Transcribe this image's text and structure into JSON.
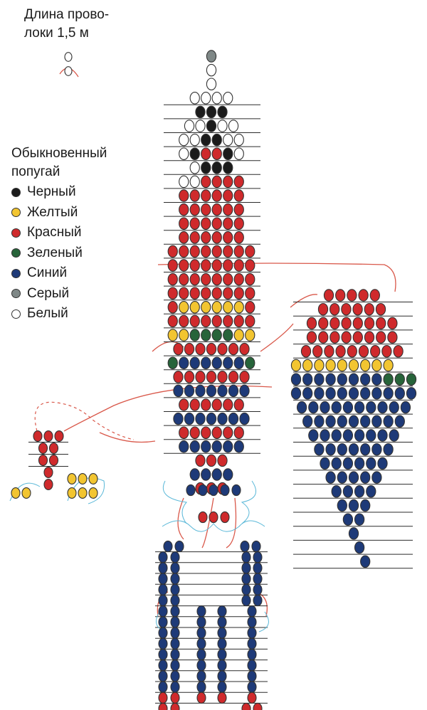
{
  "wire_note": {
    "line1": "Длина прово-",
    "line2": "локи 1,5 м"
  },
  "legend": {
    "title_line1": "Обыкновенный",
    "title_line2": "попугай",
    "items": [
      {
        "key": "K",
        "label": "Черный",
        "color": "#1b1b1b"
      },
      {
        "key": "Y",
        "label": "Желтый",
        "color": "#f2c531"
      },
      {
        "key": "R",
        "label": "Красный",
        "color": "#cf2a2c"
      },
      {
        "key": "G",
        "label": "Зеленый",
        "color": "#27643a"
      },
      {
        "key": "B",
        "label": "Синий",
        "color": "#1e3a78"
      },
      {
        "key": "S",
        "label": "Серый",
        "color": "#7f8887"
      },
      {
        "key": "W",
        "label": "Белый",
        "color": "#ffffff"
      }
    ]
  },
  "colors": {
    "wire": "#d9584a",
    "thread": "#5ab8d8",
    "rule": "#2b2b2b",
    "bead_outline": "#333333"
  },
  "body_rows": [
    "S",
    "W",
    "W",
    "WWWW",
    "KKK",
    "WWKWW",
    "WWKKWW",
    "WKRRKW",
    "WKKK",
    "WWRRRR",
    "RRRRRR",
    "RRRRRR",
    "RRRRRR",
    "RRRRRR",
    "RRRRRRRR",
    "RRRRRRRR",
    "RRRRRRRR",
    "RRRRRRRR",
    "RYYYYYYR",
    "RRRRRRRR",
    "YYGGGGYY",
    "RRRRRRR",
    "GBBBBBBG",
    "RRRRRRR",
    "BBBBBBB",
    "RRRRRR",
    "BBBBBBB",
    "RRRRRR",
    "BBBBBB",
    "RRR",
    "BBBB",
    "RRR"
  ],
  "wing_rows": [
    "RRRRR",
    "RRRRRR",
    "RRRRRRRR",
    "RRRRRRRR",
    "RRRRRRRRR",
    "YYYYYYYYY",
    "BBBBBBBBGGG",
    "BBBBBBBBBBB",
    "BBBBBBBBBB",
    "BBBBBBBBB",
    "BBBBBBBB",
    "BBBBBBB",
    "BBBBBB",
    "BBBBB",
    "BBBB",
    "BBB",
    "BB",
    "B",
    "B",
    "B"
  ],
  "foot_rows": [
    "RRR",
    "RR",
    "RR",
    "R",
    "R"
  ],
  "toes": [
    "YYY",
    "YYY",
    "YY"
  ],
  "tail_rows": [
    "BB BB",
    "BBBB",
    "BBBB",
    "BBBB",
    "BBBB",
    "BBBB",
    "BBBBB",
    "BBBBB",
    "BBBBB",
    "BBBBB",
    "BBBBB",
    "BBBBB",
    "BBBBB",
    "BBBBB",
    "RRRRR",
    "RRRR"
  ]
}
